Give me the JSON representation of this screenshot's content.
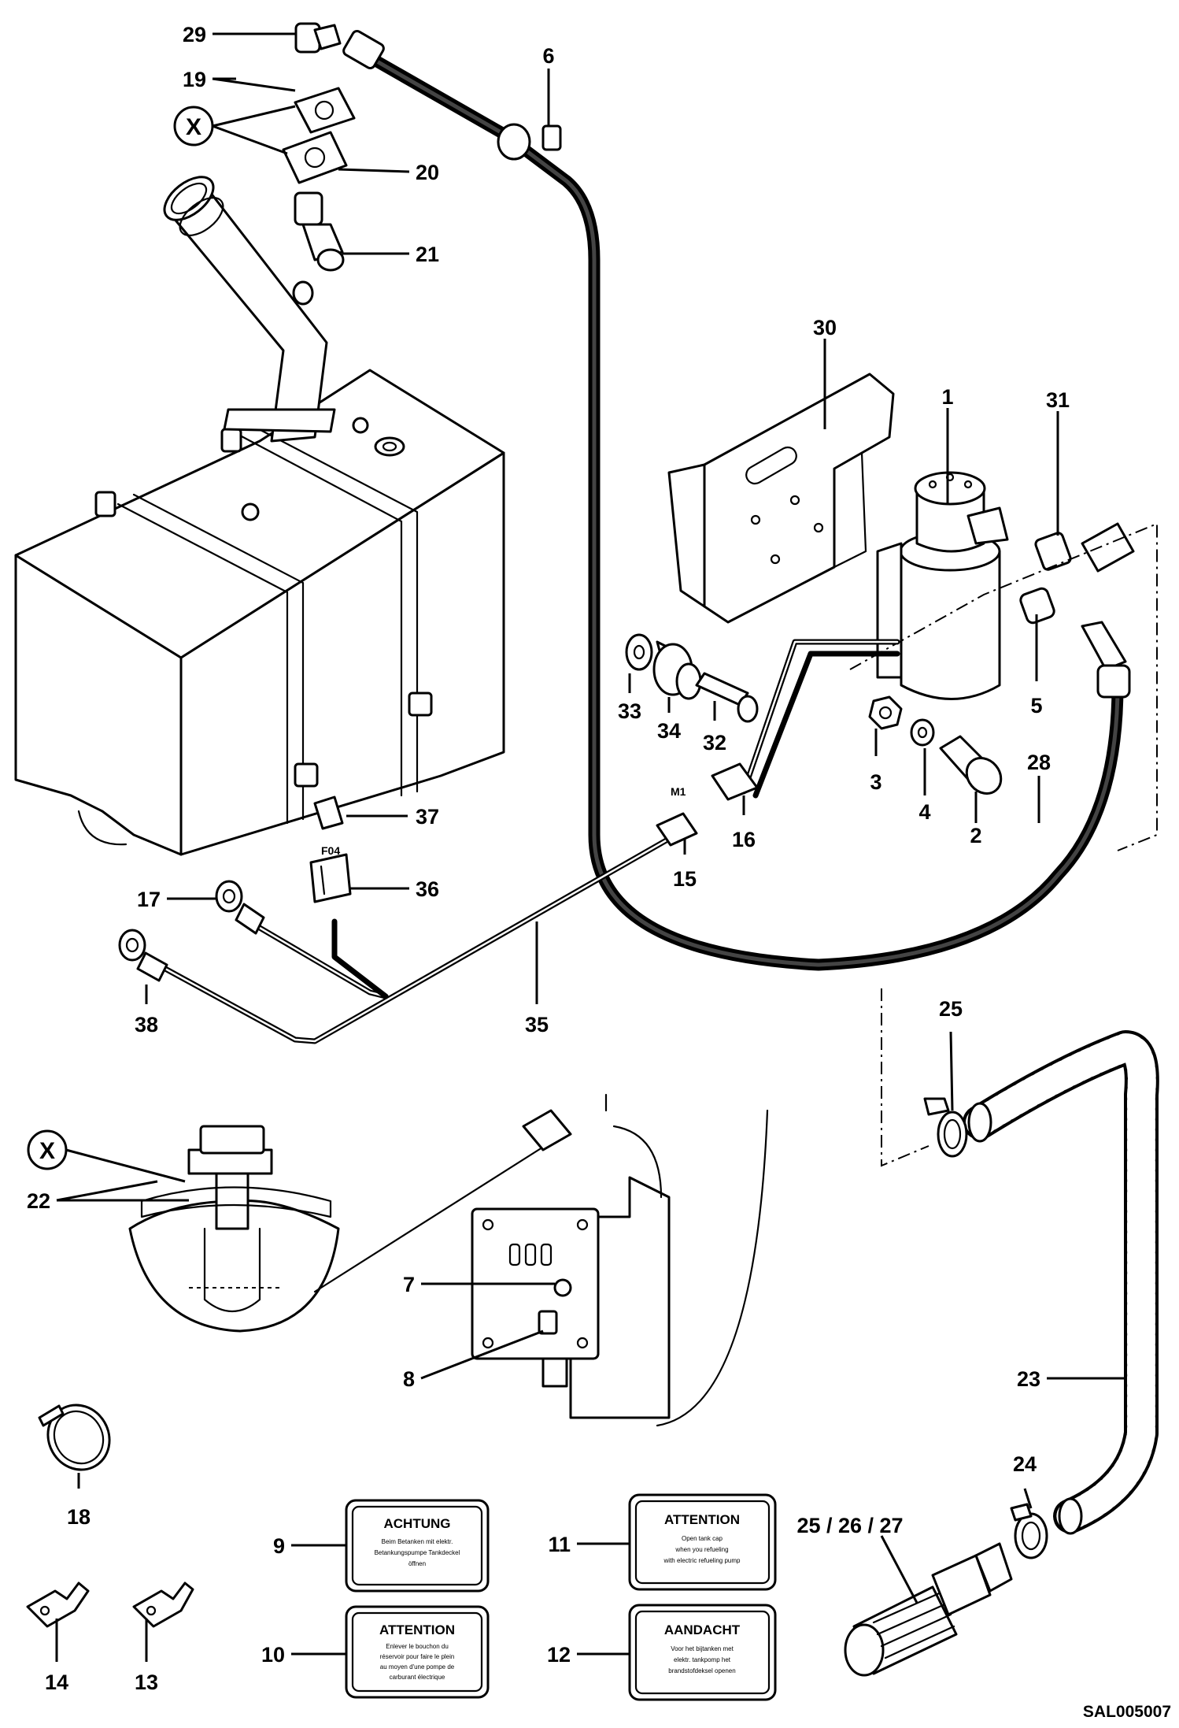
{
  "drawing_id": "SAL005007",
  "parts": [
    "1",
    "2",
    "3",
    "4",
    "5",
    "6",
    "7",
    "8",
    "9",
    "10",
    "11",
    "12",
    "13",
    "14",
    "15",
    "16",
    "17",
    "18",
    "19",
    "20",
    "21",
    "22",
    "23",
    "24",
    "25",
    "26",
    "27",
    "28",
    "29",
    "30",
    "31",
    "32",
    "33",
    "34",
    "35",
    "36",
    "37",
    "38"
  ],
  "callouts": {
    "c1": "1",
    "c2": "2",
    "c3": "3",
    "c4": "4",
    "c5": "5",
    "c6": "6",
    "c7": "7",
    "c8": "8",
    "c9": "9",
    "c10": "10",
    "c11": "11",
    "c12": "12",
    "c13": "13",
    "c14": "14",
    "c15": "15",
    "c16": "16",
    "c17": "17",
    "c18": "18",
    "c19": "19",
    "c20": "20",
    "c21": "21",
    "c22": "22",
    "c23": "23",
    "c24": "24",
    "c25": "25",
    "c25_26_27": "25 / 26 / 27",
    "c28": "28",
    "c29": "29",
    "c30": "30",
    "c31": "31",
    "c32": "32",
    "c33": "33",
    "c34": "34",
    "c35": "35",
    "c36": "36",
    "c37": "37",
    "c38": "38"
  },
  "detail_marker": "X",
  "connector_labels": {
    "m1": "M1",
    "f04": "F04"
  },
  "warning_labels": [
    {
      "heading": "ACHTUNG",
      "lines": [
        "Beim Betanken mit elektr.",
        "Betankungspumpe Tankdeckel",
        "öffnen"
      ]
    },
    {
      "heading": "ATTENTION",
      "lines": [
        "Open tank cap",
        "when you refueling",
        "with electric refueling pump"
      ]
    },
    {
      "heading": "ATTENTION",
      "lines": [
        "Enlever le bouchon du",
        "réservoir pour faire le plein",
        "au moyen d'une pompe de",
        "carburant électrique"
      ]
    },
    {
      "heading": "AANDACHT",
      "lines": [
        "Voor het bijtanken met",
        "elektr. tankpomp het",
        "brandstofdeksel openen"
      ]
    }
  ]
}
